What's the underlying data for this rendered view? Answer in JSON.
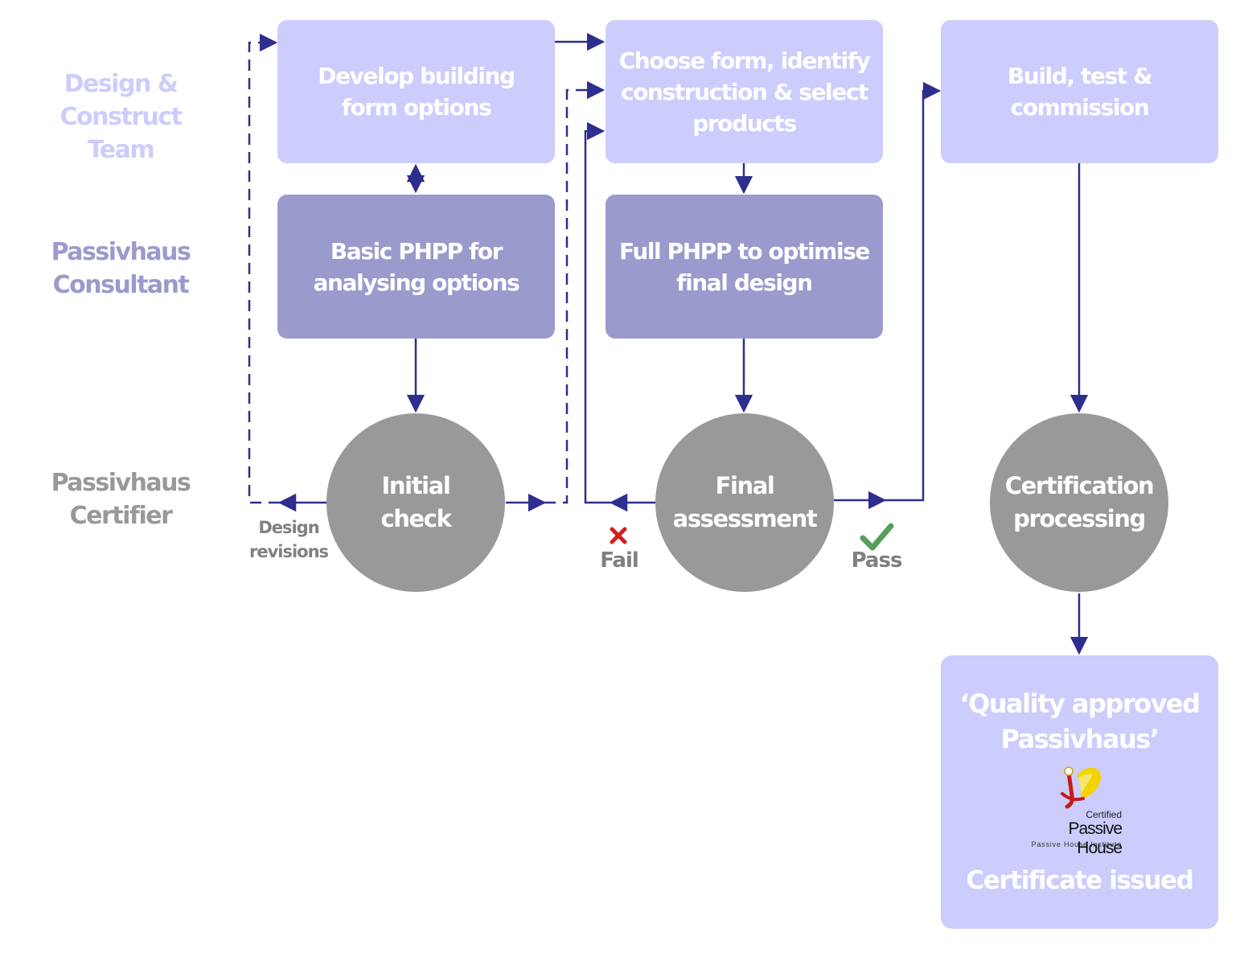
{
  "lanes": {
    "team": [
      "Design &",
      "Construct Team"
    ],
    "consultant": [
      "Passivhaus",
      "Consultant"
    ],
    "certifier": [
      "Passivhaus",
      "Certifier"
    ]
  },
  "boxes": {
    "develop": "Develop building form options",
    "choose": "Choose form, identify construction & select products",
    "build": "Build, test & commission",
    "basic_phpp": "Basic PHPP for analysing options",
    "full_phpp": "Full PHPP to optimise final design"
  },
  "circles": {
    "initial": [
      "Initial",
      "check"
    ],
    "final": [
      "Final",
      "assessment"
    ],
    "certification": [
      "Certification",
      "processing"
    ]
  },
  "labels": {
    "design_revisions": [
      "Design",
      "revisions"
    ],
    "fail": "Fail",
    "pass": "Pass"
  },
  "outcome": {
    "title": [
      "‘Quality approved",
      "Passivhaus’"
    ],
    "logo_certified": "Certified",
    "logo_name": "Passive House",
    "logo_institute": "Passive House Institute",
    "footer": "Certificate issued"
  },
  "colors": {
    "team_box": "#cccdfc",
    "consultant_box": "#9a9acd",
    "certifier_circle": "#999999",
    "arrow": "#2e2e8e",
    "fail_mark": "#cc2222",
    "pass_mark": "#55a05a"
  }
}
